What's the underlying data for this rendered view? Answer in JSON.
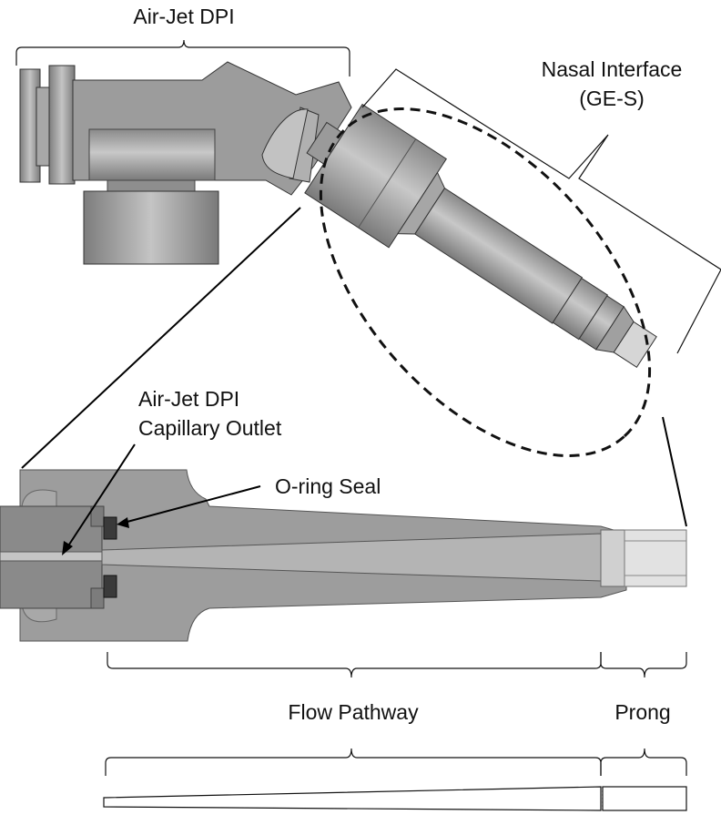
{
  "labels": {
    "air_jet_dpi": "Air-Jet DPI",
    "nasal_interface_line1": "Nasal Interface",
    "nasal_interface_line2": "(GE-S)",
    "capillary_outlet_line1": "Air-Jet DPI",
    "capillary_outlet_line2": "Capillary Outlet",
    "oring_seal": "O-ring Seal",
    "flow_pathway": "Flow Pathway",
    "prong": "Prong"
  },
  "colors": {
    "metal_light": "#b9b9b9",
    "metal_mid": "#9a9a9a",
    "metal_dark": "#6e6e6e",
    "outline": "#000000"
  }
}
